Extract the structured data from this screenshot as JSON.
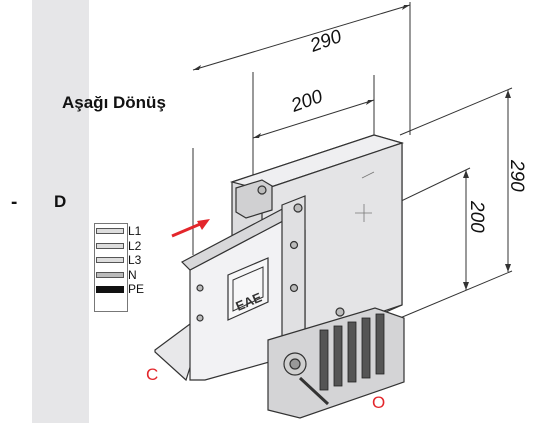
{
  "title": "Aşağı Dönüş",
  "variant": {
    "dash": "-",
    "letter": "D"
  },
  "legend": [
    {
      "label": "L1",
      "swatch": "#dddddd"
    },
    {
      "label": "L2",
      "swatch": "#dddddd"
    },
    {
      "label": "L3",
      "swatch": "#dddddd"
    },
    {
      "label": "N",
      "swatch": "#bbbbbb"
    },
    {
      "label": "PE",
      "swatch": "#111111"
    }
  ],
  "dimensions": {
    "top_outer": "290",
    "top_inner": "200",
    "right_outer": "290",
    "right_inner": "200"
  },
  "connectors": {
    "left": "C",
    "bottom": "O"
  },
  "device_logo": "EAE",
  "colors": {
    "accent_red": "#e3262b",
    "band": "#e6e6e8"
  }
}
